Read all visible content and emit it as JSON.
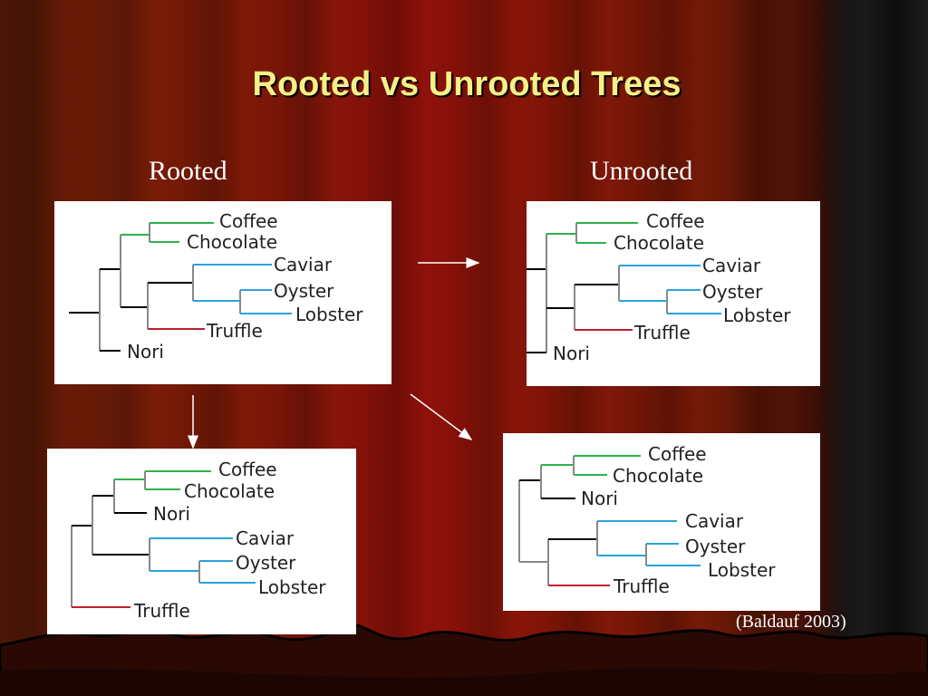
{
  "slide": {
    "title": "Rooted vs Unrooted Trees",
    "label_rooted": "Rooted",
    "label_unrooted": "Unrooted",
    "citation": "(Baldauf 2003)"
  },
  "leaves": {
    "coffee": "Coffee",
    "chocolate": "Chocolate",
    "caviar": "Caviar",
    "oyster": "Oyster",
    "lobster": "Lobster",
    "truffle": "Truffle",
    "nori": "Nori"
  },
  "colors": {
    "plants": "#2cb34a",
    "animals": "#2aa3dc",
    "fungi": "#c0202a",
    "branch": "#000000",
    "title": "#f5f087"
  }
}
